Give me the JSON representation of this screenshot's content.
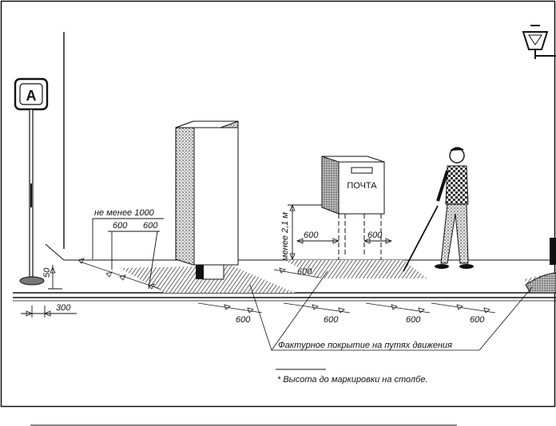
{
  "sign": {
    "letter": "A"
  },
  "post_box": {
    "label": "ПОЧТА"
  },
  "dimensions": {
    "min_1000": "не менее 1000",
    "d600_a": "600",
    "d600_b": "600",
    "height_50": "50",
    "offset_300": "300",
    "height_21": "менее 2,1 м",
    "d600_box_left": "600",
    "d600_box_right": "600",
    "d600_box_front": "600",
    "d600_r1": "600",
    "d600_r2": "600",
    "d600_r3": "600",
    "d600_r4": "600"
  },
  "notes": {
    "tactile": "Фактурное покрытие на путях движения",
    "footnote": "* Высота до маркировки на столбе."
  }
}
